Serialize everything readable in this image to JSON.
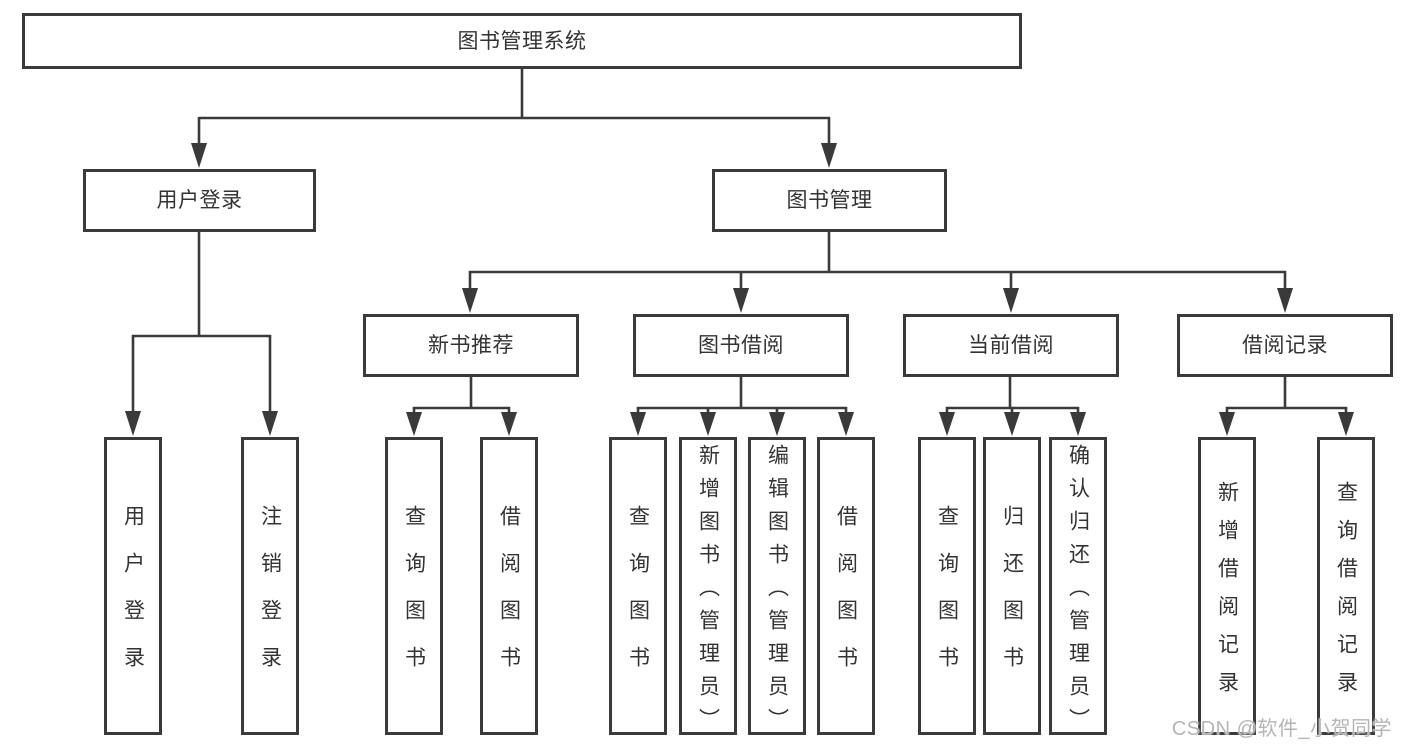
{
  "tree": {
    "label": "图书管理系统",
    "children": [
      {
        "label": "用户登录",
        "children": [
          {
            "label": "用户登录"
          },
          {
            "label": "注销登录"
          }
        ]
      },
      {
        "label": "图书管理",
        "children": [
          {
            "label": "新书推荐",
            "children": [
              {
                "label": "查询图书"
              },
              {
                "label": "借阅图书"
              }
            ]
          },
          {
            "label": "图书借阅",
            "children": [
              {
                "label": "查询图书"
              },
              {
                "label": "新增图书（管理员）"
              },
              {
                "label": "编辑图书（管理员）"
              },
              {
                "label": "借阅图书"
              }
            ]
          },
          {
            "label": "当前借阅",
            "children": [
              {
                "label": "查询图书"
              },
              {
                "label": "归还图书"
              },
              {
                "label": "确认归还（管理员）"
              }
            ]
          },
          {
            "label": "借阅记录",
            "children": [
              {
                "label": "新增借阅记录"
              },
              {
                "label": "查询借阅记录"
              }
            ]
          }
        ]
      }
    ]
  },
  "watermark": {
    "text": "CSDN @软件_小贺同学"
  },
  "colors": {
    "line": "#3a3a3a",
    "text": "#333333",
    "watermark": "#b5b5b5",
    "background": "#ffffff"
  }
}
